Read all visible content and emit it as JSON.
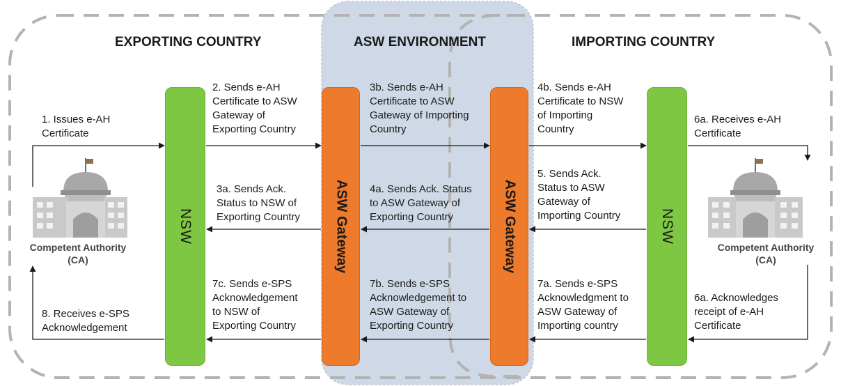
{
  "regions": {
    "exporting": "EXPORTING COUNTRY",
    "asw": "ASW ENVIRONMENT",
    "importing": "IMPORTING COUNTRY"
  },
  "pillars": {
    "nsw_left": "NSW",
    "gateway_left": "ASW Gateway",
    "gateway_right": "ASW Gateway",
    "nsw_right": "NSW"
  },
  "authorities": {
    "left": "Competent Authority\n(CA)",
    "right": "Competent Authority\n(CA)"
  },
  "steps": {
    "s1": "1. Issues e-AH\nCertificate",
    "s2": "2. Sends e-AH\nCertificate to ASW\nGateway of\nExporting Country",
    "s3b": "3b. Sends e-AH\nCertificate to ASW\nGateway of Importing\nCountry",
    "s4b": "4b. Sends e-AH\nCertificate to NSW\nof Importing\nCountry",
    "s6a_receive": "6a. Receives e-AH\nCertificate",
    "s3a": "3a. Sends Ack.\nStatus to NSW of\nExporting Country",
    "s4a": "4a. Sends Ack. Status\nto ASW Gateway of\nExporting Country",
    "s5": "5. Sends Ack.\nStatus to ASW\nGateway of\nImporting Country",
    "s7c": "7c. Sends e-SPS\nAcknowledgement\nto NSW of\nExporting Country",
    "s7b": "7b. Sends e-SPS\nAcknowledgement to\nASW Gateway of\nExporting Country",
    "s7a": "7a. Sends e-SPS\nAcknowledgment to\nASW Gateway of\nImporting country",
    "s6a_ack": "6a. Acknowledges\nreceipt of e-AH\nCertificate",
    "s8": "8. Receives e-SPS\nAcknowledgement"
  },
  "icons": [
    "government-building-icon",
    "government-building-icon"
  ],
  "colors": {
    "nsw": "#7dc743",
    "gateway": "#ee7a2c",
    "asw_band": "#cfd8e6",
    "dashed_border": "#b3b3b3",
    "arrow": "#1a1a1a"
  }
}
